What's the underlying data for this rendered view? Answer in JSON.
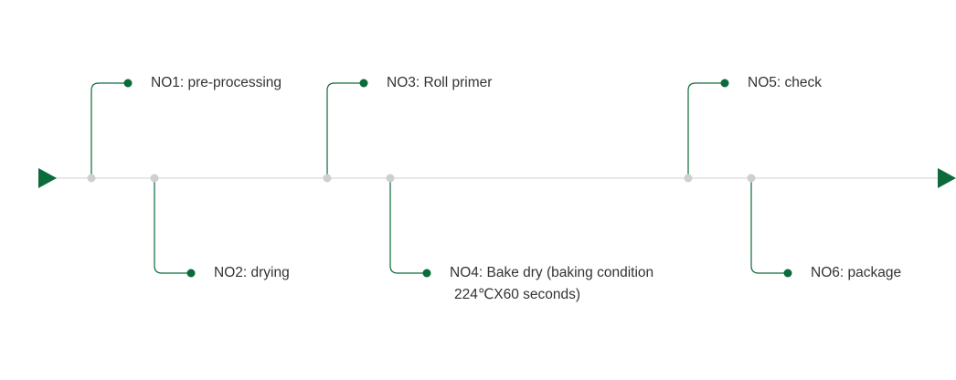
{
  "colors": {
    "accent": "#0b6b3a",
    "axis": "#d9d9d9",
    "node": "#cfcfcf",
    "text": "#333333"
  },
  "steps": [
    {
      "id": "no1",
      "label": "NO1: pre-processing",
      "extra": "",
      "position": "above"
    },
    {
      "id": "no2",
      "label": "NO2:  drying",
      "extra": "",
      "position": "below"
    },
    {
      "id": "no3",
      "label": "NO3:  Roll primer",
      "extra": "",
      "position": "above"
    },
    {
      "id": "no4",
      "label": "NO4:  Bake dry (baking condition",
      "extra": "224℃X60 seconds)",
      "position": "below"
    },
    {
      "id": "no5",
      "label": "NO5:  check",
      "extra": "",
      "position": "above"
    },
    {
      "id": "no6",
      "label": "NO6:  package",
      "extra": "",
      "position": "below"
    }
  ]
}
